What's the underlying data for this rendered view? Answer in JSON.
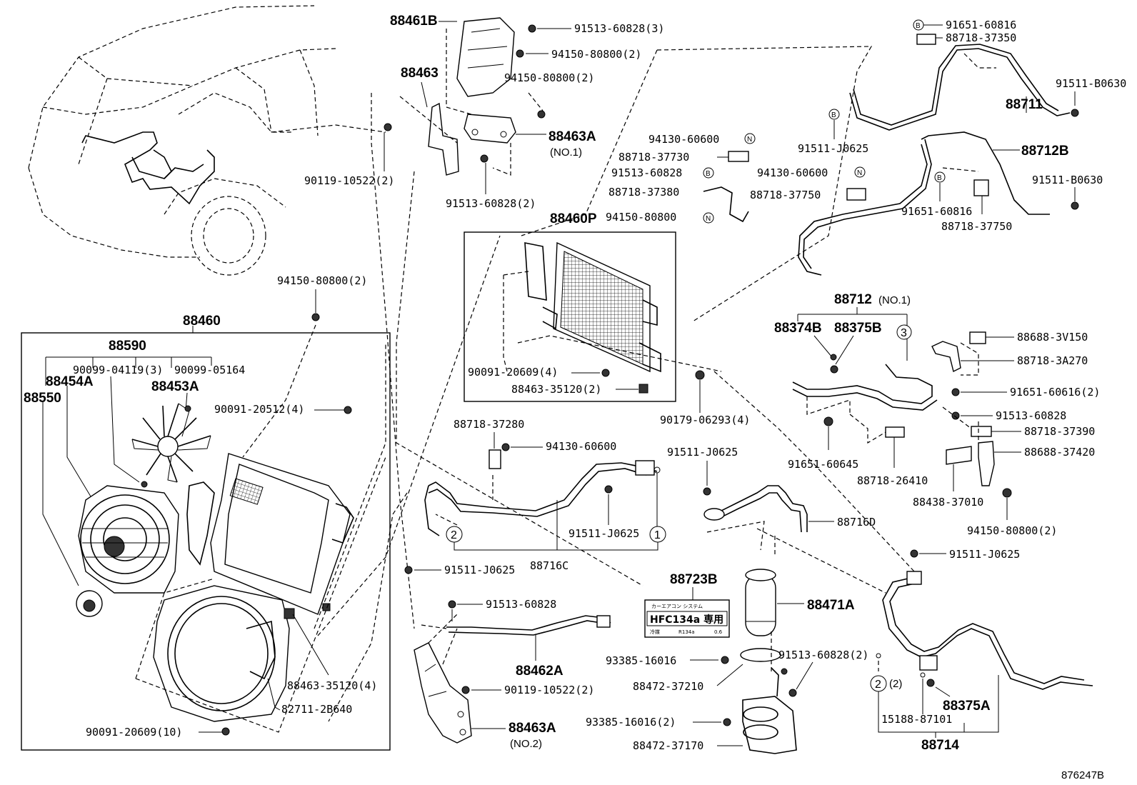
{
  "diagram": {
    "figure_id": "876247B",
    "labels": {
      "p88461B": "88461B",
      "p91513_60828_3": "91513-60828(3)",
      "p94150_80800_2a": "94150-80800(2)",
      "p94150_80800_2b": "94150-80800(2)",
      "p88463": "88463",
      "p88463A_1": "88463A",
      "no1": "(NO.1)",
      "p90119_10522_2a": "90119-10522(2)",
      "p91513_60828_2a": "91513-60828(2)",
      "p94130_60600a": "94130-60600",
      "p88718_37730": "88718-37730",
      "p91513_60828a": "91513-60828",
      "p88718_37380": "88718-37380",
      "p94150_80800a": "94150-80800",
      "p94130_60600b": "94130-60600",
      "p88718_37750a": "88718-37750",
      "p88460P": "88460P",
      "p90091_20609_4": "90091-20609(4)",
      "p88463_35120_2": "88463-35120(2)",
      "p90179_06293_4": "90179-06293(4)",
      "p91651_60816a": "91651-60816",
      "p88718_37350": "88718-37350",
      "p91511_B0630a": "91511-B0630",
      "p88711": "88711",
      "p91511_J0625a": "91511-J0625",
      "p88712B": "88712B",
      "p91511_B0630b": "91511-B0630",
      "p91651_60816b": "91651-60816",
      "p88718_37750b": "88718-37750",
      "p88712": "88712",
      "no1b": "(NO.1)",
      "p88374B": "88374B",
      "p88375B": "88375B",
      "p88688_3V150": "88688-3V150",
      "p88718_3A270": "88718-3A270",
      "p91651_60616_2": "91651-60616(2)",
      "p91513_60828b": "91513-60828",
      "p88718_37390": "88718-37390",
      "p88688_37420": "88688-37420",
      "p91651_60645": "91651-60645",
      "p88718_26410": "88718-26410",
      "p88438_37010": "88438-37010",
      "p94150_80800_2c": "94150-80800(2)",
      "p94150_80800_2d": "94150-80800(2)",
      "p88460": "88460",
      "p88590": "88590",
      "p90099_04119_3": "90099-04119(3)",
      "p90099_05164": "90099-05164",
      "p88454A": "88454A",
      "p88453A": "88453A",
      "p88550": "88550",
      "p90091_20512_4": "90091-20512(4)",
      "p88718_37280": "88718-37280",
      "p94130_60600c": "94130-60600",
      "p91511_J0625b": "91511-J0625",
      "p91511_J0625c": "91511-J0625",
      "p88716C": "88716C",
      "p91511_J0625d": "91511-J0625",
      "p88716D": "88716D",
      "p88723B": "88723B",
      "p91511_J0625e": "91511-J0625",
      "p91513_60828c": "91513-60828",
      "p88471A": "88471A",
      "p88462A": "88462A",
      "p88463_35120_4": "88463-35120(4)",
      "p82711_2B640": "82711-2B640",
      "p90091_20609_10": "90091-20609(10)",
      "p90119_10522_2b": "90119-10522(2)",
      "p88463A_2": "88463A",
      "no2": "(NO.2)",
      "p93385_16016": "93385-16016",
      "p88472_37210": "88472-37210",
      "p91513_60828_2b": "91513-60828(2)",
      "p93385_16016_2": "93385-16016(2)",
      "p88472_37170": "88472-37170",
      "p88375A": "88375A",
      "p15188_87101": "15188-87101",
      "p88714": "88714",
      "qty2": "(2)"
    },
    "callouts": {
      "b": "B",
      "n": "N",
      "c1": "1",
      "c2": "2",
      "c3": "3"
    },
    "decal": {
      "main": "HFC134a 専用",
      "small_top": "カーエアコン システム",
      "small_left": "冷媒",
      "small_mid": "R134a",
      "small_right": "0.6"
    }
  }
}
